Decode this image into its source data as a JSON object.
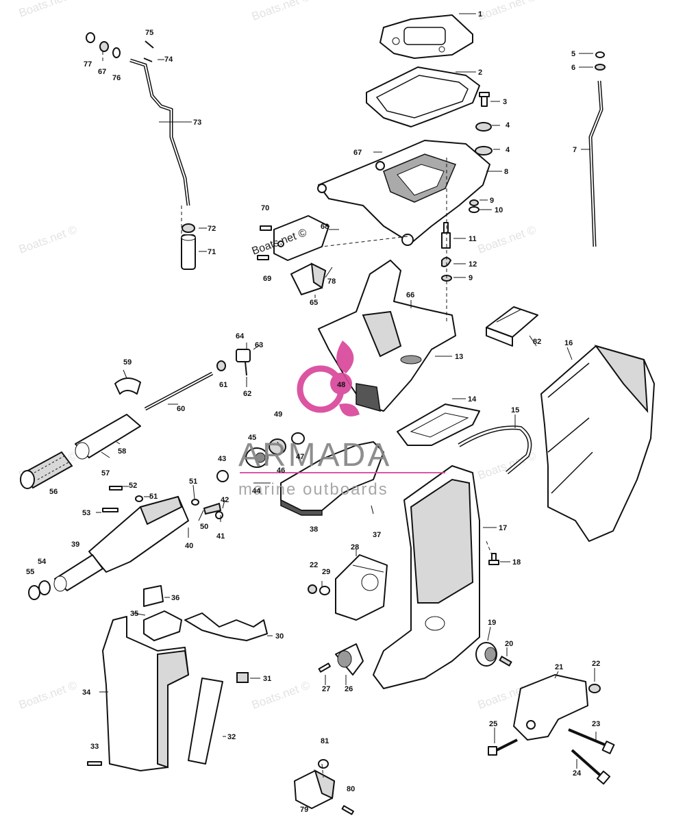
{
  "watermark": {
    "text": "Boats.net ©",
    "overlay_text": "Boats.net ©"
  },
  "logo": {
    "title": "ARMADA",
    "subtitle": "marine outboards",
    "colors": {
      "pink": "#d9479b",
      "gray": "#8a8a8a"
    }
  },
  "callouts": [
    "1",
    "2",
    "3",
    "4",
    "4",
    "5",
    "6",
    "7",
    "8",
    "9",
    "10",
    "11",
    "12",
    "9",
    "13",
    "14",
    "15",
    "16",
    "17",
    "18",
    "19",
    "20",
    "21",
    "22",
    "22",
    "23",
    "24",
    "25",
    "26",
    "27",
    "28",
    "29",
    "30",
    "31",
    "32",
    "33",
    "34",
    "35",
    "36",
    "37",
    "38",
    "39",
    "40",
    "41",
    "42",
    "43",
    "44",
    "45",
    "46",
    "47",
    "48",
    "49",
    "50",
    "51",
    "51",
    "52",
    "53",
    "54",
    "55",
    "56",
    "57",
    "58",
    "59",
    "60",
    "61",
    "62",
    "63",
    "64",
    "65",
    "66",
    "67",
    "67",
    "68",
    "69",
    "70",
    "71",
    "72",
    "73",
    "74",
    "75",
    "76",
    "77",
    "78",
    "79",
    "80",
    "81",
    "82"
  ]
}
